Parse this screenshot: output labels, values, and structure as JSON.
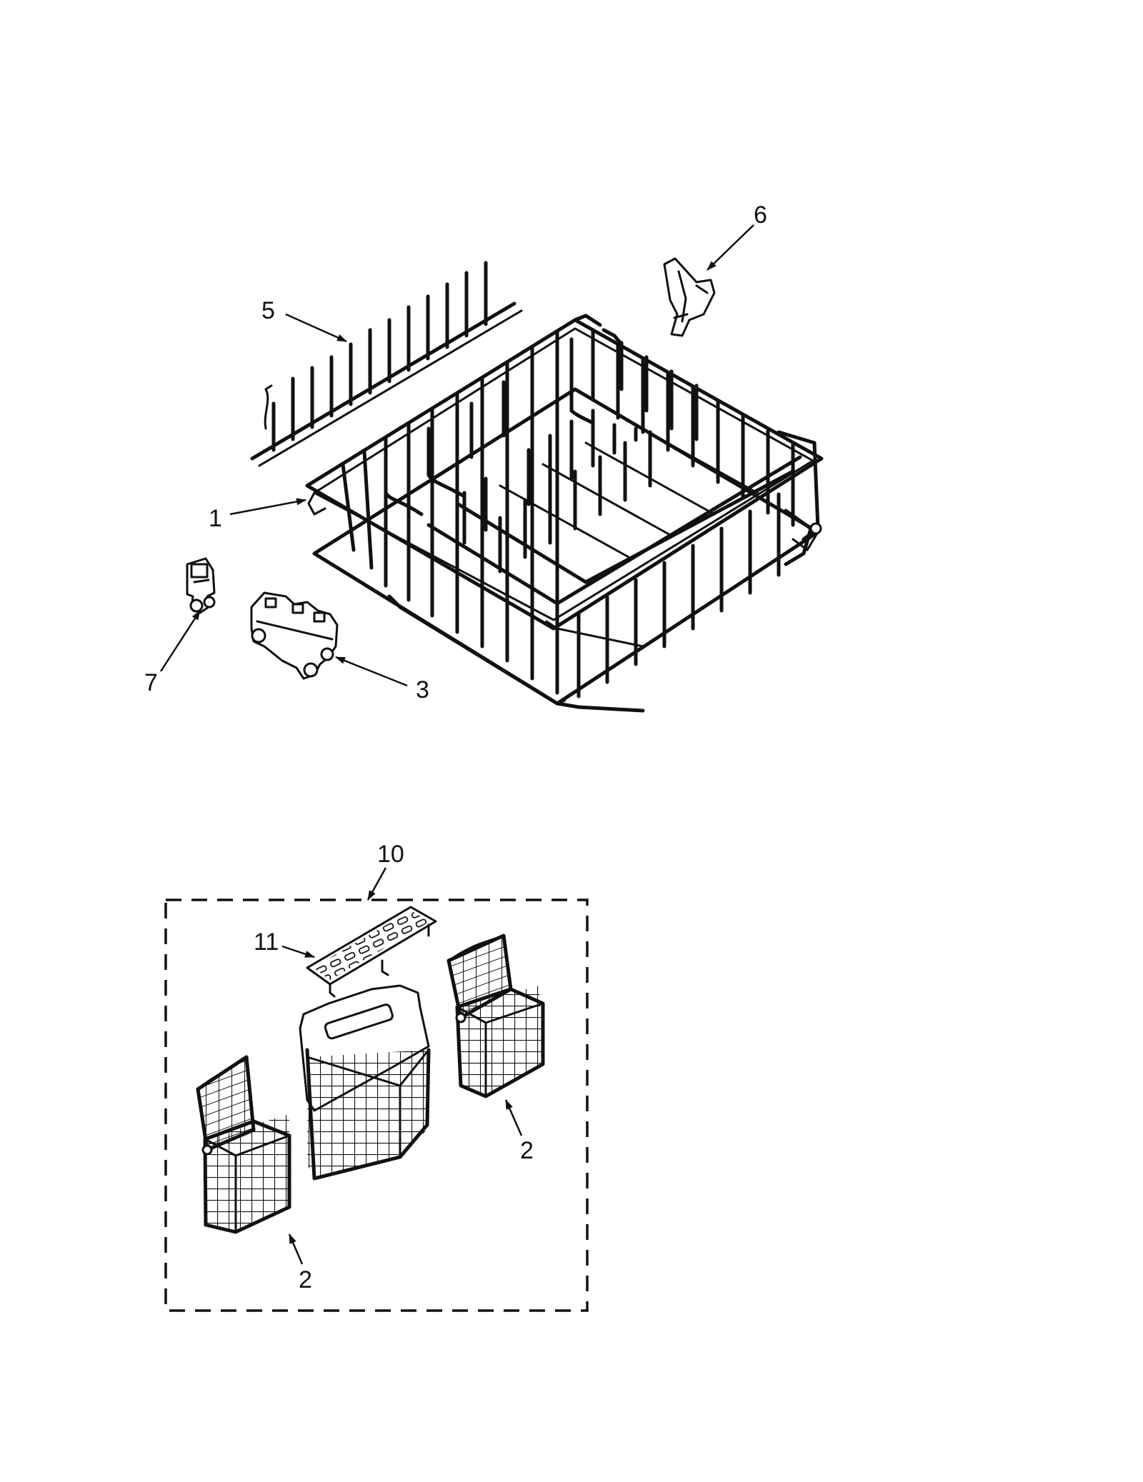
{
  "callouts": {
    "c1": "1",
    "c2a": "2",
    "c2b": "2",
    "c3": "3",
    "c5": "5",
    "c6": "6",
    "c7": "7",
    "c10": "10",
    "c11": "11"
  },
  "colors": {
    "ink": "#111111",
    "paper": "#ffffff"
  }
}
